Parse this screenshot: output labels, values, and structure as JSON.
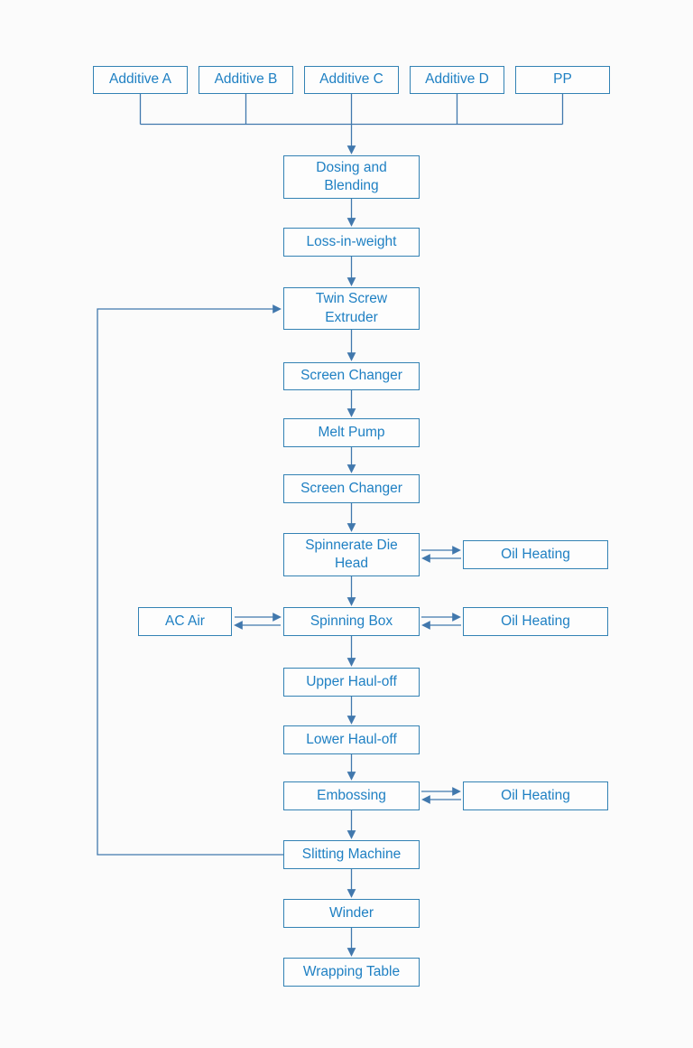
{
  "diagram": {
    "type": "flowchart",
    "background": "#fbfbfb",
    "colors": {
      "box_border": "#3382b4",
      "label_text": "#1f80c3",
      "connector": "#4178ad"
    },
    "inputs": [
      {
        "label": "Additive A"
      },
      {
        "label": "Additive B"
      },
      {
        "label": "Additive C"
      },
      {
        "label": "Additive D"
      },
      {
        "label": "PP"
      }
    ],
    "main_flow": [
      {
        "label": "Dosing and Blending"
      },
      {
        "label": "Loss-in-weight"
      },
      {
        "label": "Twin Screw Extruder"
      },
      {
        "label": "Screen Changer"
      },
      {
        "label": "Melt Pump"
      },
      {
        "label": "Screen Changer"
      },
      {
        "label": "Spinnerate Die Head"
      },
      {
        "label": "Spinning Box"
      },
      {
        "label": "Upper Haul-off"
      },
      {
        "label": "Lower Haul-off"
      },
      {
        "label": "Embossing"
      },
      {
        "label": "Slitting Machine"
      },
      {
        "label": "Winder"
      },
      {
        "label": "Wrapping Table"
      }
    ],
    "side_nodes": [
      {
        "label": "Oil Heating",
        "attached_to": "Spinnerate Die Head",
        "side": "right",
        "link": "bidirectional"
      },
      {
        "label": "AC Air",
        "attached_to": "Spinning Box",
        "side": "left",
        "link": "bidirectional"
      },
      {
        "label": "Oil Heating",
        "attached_to": "Spinning Box",
        "side": "right",
        "link": "bidirectional"
      },
      {
        "label": "Oil Heating",
        "attached_to": "Embossing",
        "side": "right",
        "link": "bidirectional"
      }
    ],
    "feedback_loop": {
      "from": "Slitting Machine",
      "to": "Twin Screw Extruder"
    }
  }
}
